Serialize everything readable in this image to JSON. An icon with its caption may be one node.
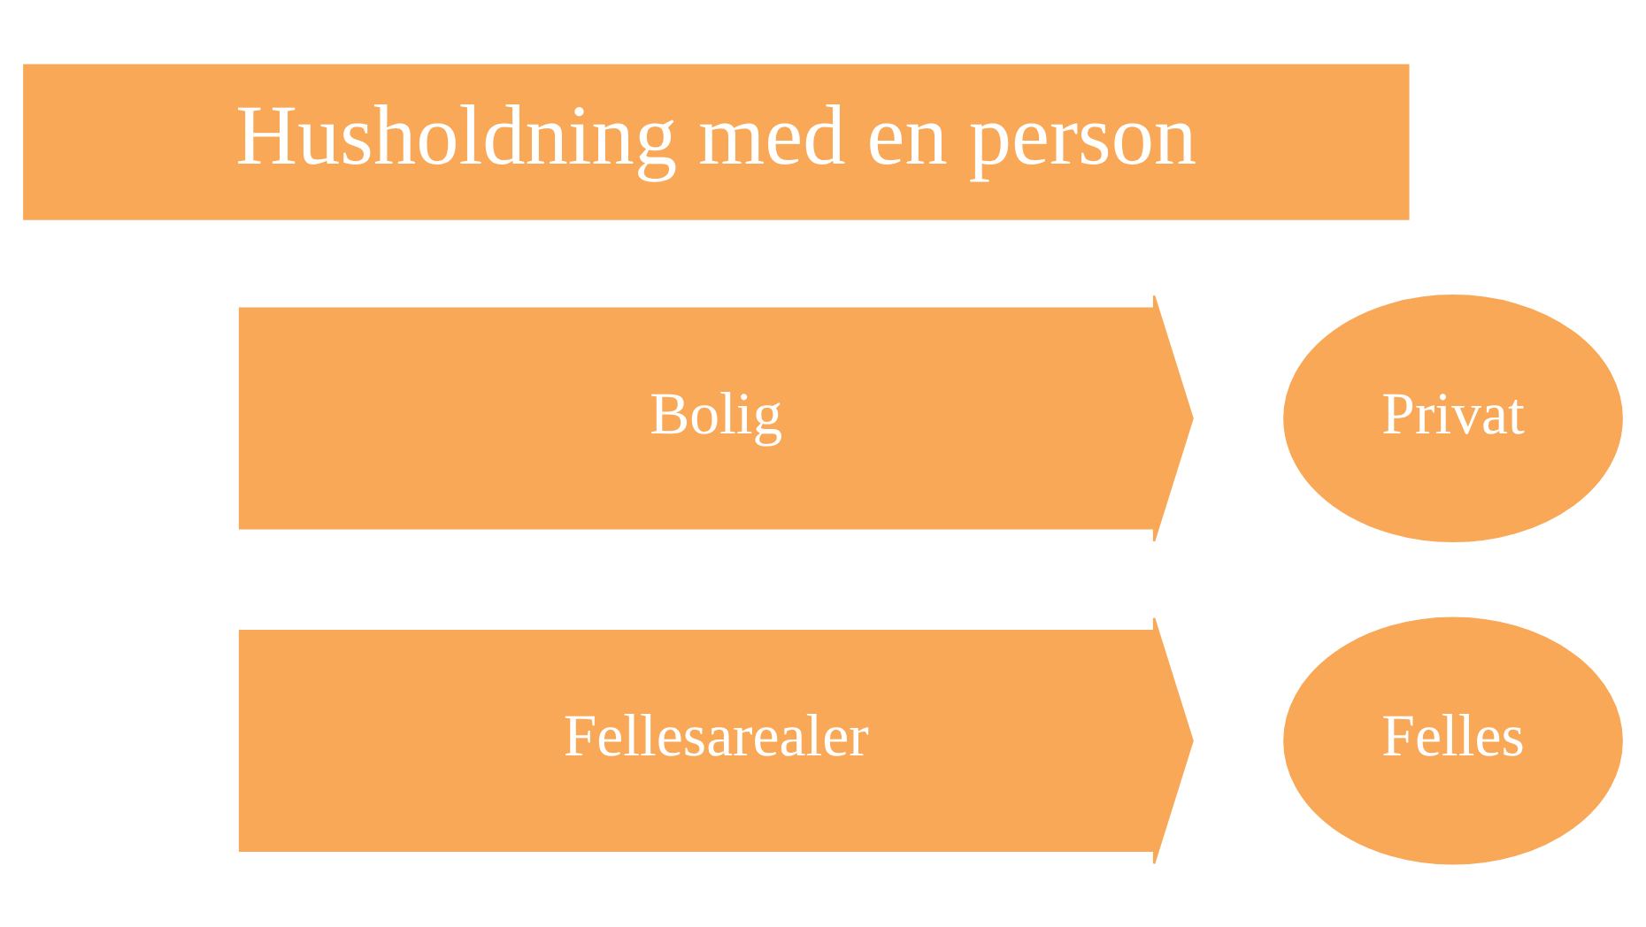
{
  "diagram": {
    "nodes": [
      {
        "text": [
          "Husholdning med en person"
        ]
      },
      {
        "text": [
          "Bolig"
        ]
      },
      {
        "text": [
          "Privat"
        ]
      },
      {
        "text": [
          "Fellesarealer"
        ]
      },
      {
        "text": [
          "Felles"
        ]
      }
    ]
  }
}
